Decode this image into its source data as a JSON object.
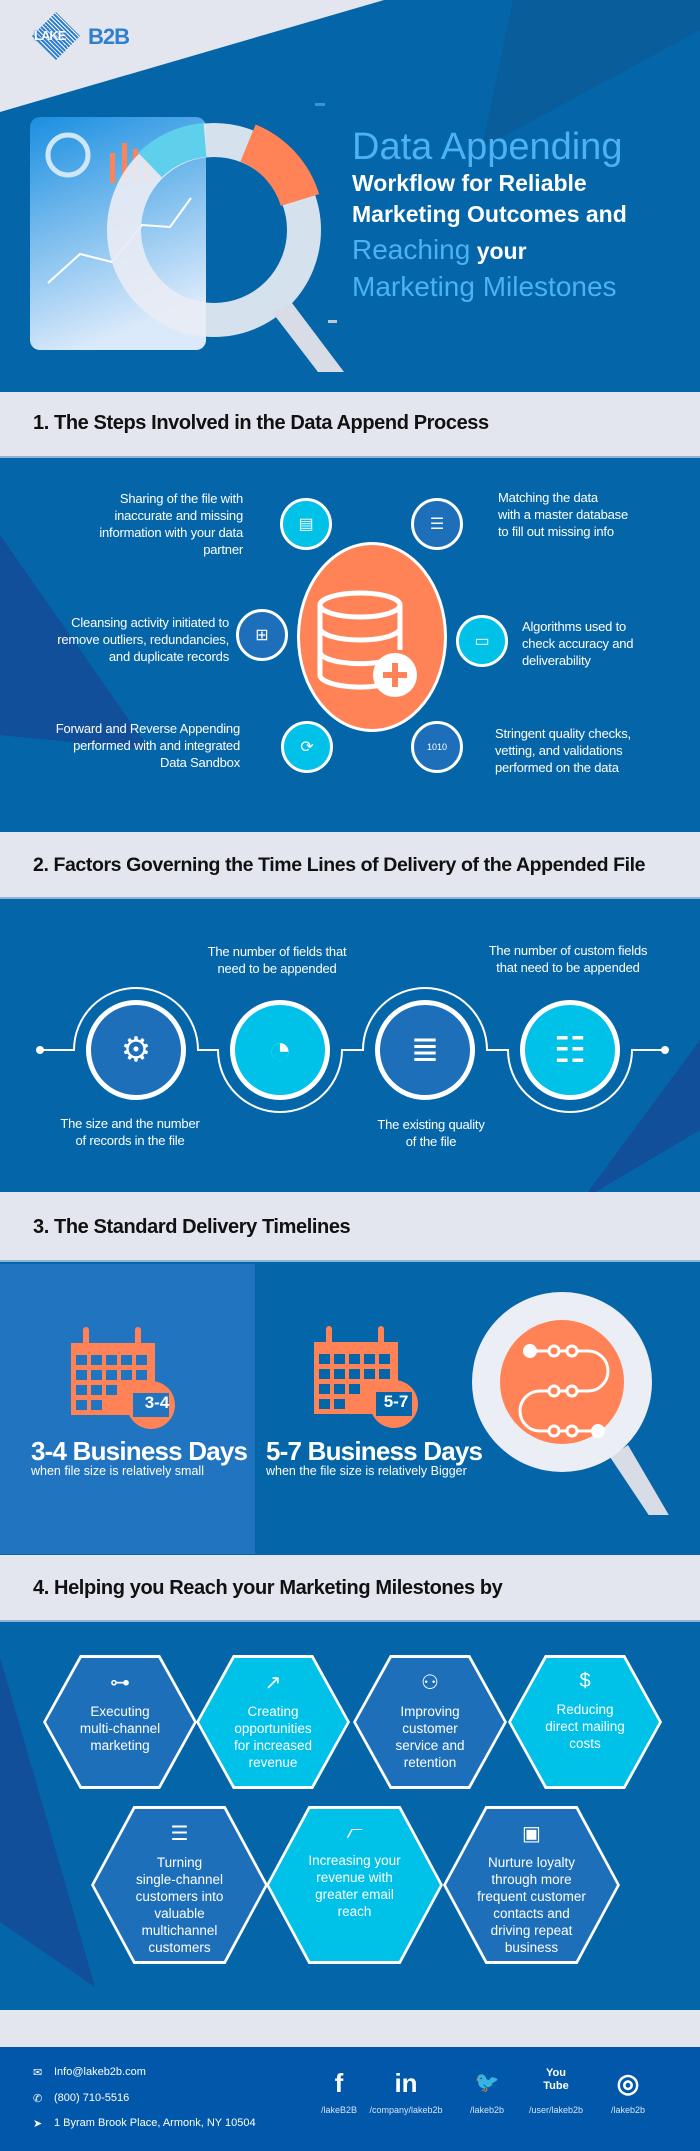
{
  "colors": {
    "blue": "#0465a8",
    "cyan": "#00c1e7",
    "orange": "#ff8356",
    "light_title": "#4ab3f0",
    "gray": "#e3e6ee"
  },
  "logo": {
    "left": "LAKE",
    "right": "B2B"
  },
  "hero": {
    "line1": "Data Appending",
    "line2": "Workflow for Reliable",
    "line3": "Marketing Outcomes and",
    "line4a": "Reaching",
    "line4b": " your",
    "line5": "Marketing Milestones"
  },
  "s1": {
    "title": "1. The Steps Involved in the Data Append Process",
    "steps": [
      {
        "text": "Sharing of the file with\ninaccurate and missing\ninformation with your data\npartner",
        "icon": "file-share-icon"
      },
      {
        "text": "Matching the data\nwith a master database\nto fill out missing info",
        "icon": "server-icon"
      },
      {
        "text": "Cleansing activity initiated to\nremove outliers, redundancies,\nand duplicate records",
        "icon": "network-icon"
      },
      {
        "text": "Algorithms used to\ncheck accuracy and\ndeliverability",
        "icon": "laptop-shield-icon"
      },
      {
        "text": "Forward and Reverse Appending\nperformed with and integrated\nData Sandbox",
        "icon": "folder-sync-icon"
      },
      {
        "text": "Stringent quality checks,\nvetting, and validations\nperformed on the data",
        "icon": "binary-search-icon"
      }
    ]
  },
  "s2": {
    "title": "2. Factors Governing the Time Lines of Delivery of the Appended File",
    "factors": [
      {
        "text": "The size and the number\nof records in the file",
        "icon": "document-gear-icon"
      },
      {
        "text": "The number of fields that\nneed to be appended",
        "icon": "pie-magnifier-icon"
      },
      {
        "text": "The existing quality\nof the file",
        "icon": "database-badge-icon"
      },
      {
        "text": "The number of custom fields\nthat need to be appended",
        "icon": "cabinet-icon"
      }
    ]
  },
  "s3": {
    "title": "3. The Standard Delivery Timelines",
    "items": [
      {
        "badge": "3-4",
        "title": "3-4 Business Days",
        "sub": "when file size is relatively small"
      },
      {
        "badge": "5-7",
        "title": "5-7 Business Days",
        "sub": "when the file size is relatively Bigger"
      }
    ]
  },
  "s4": {
    "title": "4. Helping you Reach your Marketing Milestones by",
    "items": [
      {
        "text": "Executing\nmulti-channel\nmarketing",
        "icon": "hierarchy-icon"
      },
      {
        "text": "Creating\nopportunities\nfor increased\nrevenue",
        "icon": "growth-chart-icon"
      },
      {
        "text": "Improving\ncustomer\nservice and\nretention",
        "icon": "user-add-icon"
      },
      {
        "text": "Reducing\ndirect mailing\ncosts",
        "icon": "dollar-icon"
      },
      {
        "text": "Turning\nsingle-channel\ncustomers into\nvaluable\nmultichannel\ncustomers",
        "icon": "layers-icon"
      },
      {
        "text": "Increasing your\nrevenue with\ngreater email\nreach",
        "icon": "line-chart-icon"
      },
      {
        "text": "Nurture loyalty\nthrough more\nfrequent customer\ncontacts and\ndriving repeat\nbusiness",
        "icon": "contact-card-icon"
      }
    ]
  },
  "footer": {
    "email": "Info@lakeb2b.com",
    "phone": "(800) 710-5516",
    "address": "1 Byram Brook Place, Armonk, NY 10504",
    "social": [
      {
        "glyph": "f",
        "handle": "/lakeB2B",
        "icon": "facebook-icon"
      },
      {
        "glyph": "in",
        "handle": "/company/lakeb2b",
        "icon": "linkedin-icon"
      },
      {
        "glyph": "🐦",
        "handle": "/lakeb2b",
        "icon": "twitter-icon"
      },
      {
        "glyph": "You Tube",
        "handle": "/user/lakeb2b",
        "icon": "youtube-icon"
      },
      {
        "glyph": "◎",
        "handle": "/lakeb2b",
        "icon": "instagram-icon"
      }
    ]
  }
}
